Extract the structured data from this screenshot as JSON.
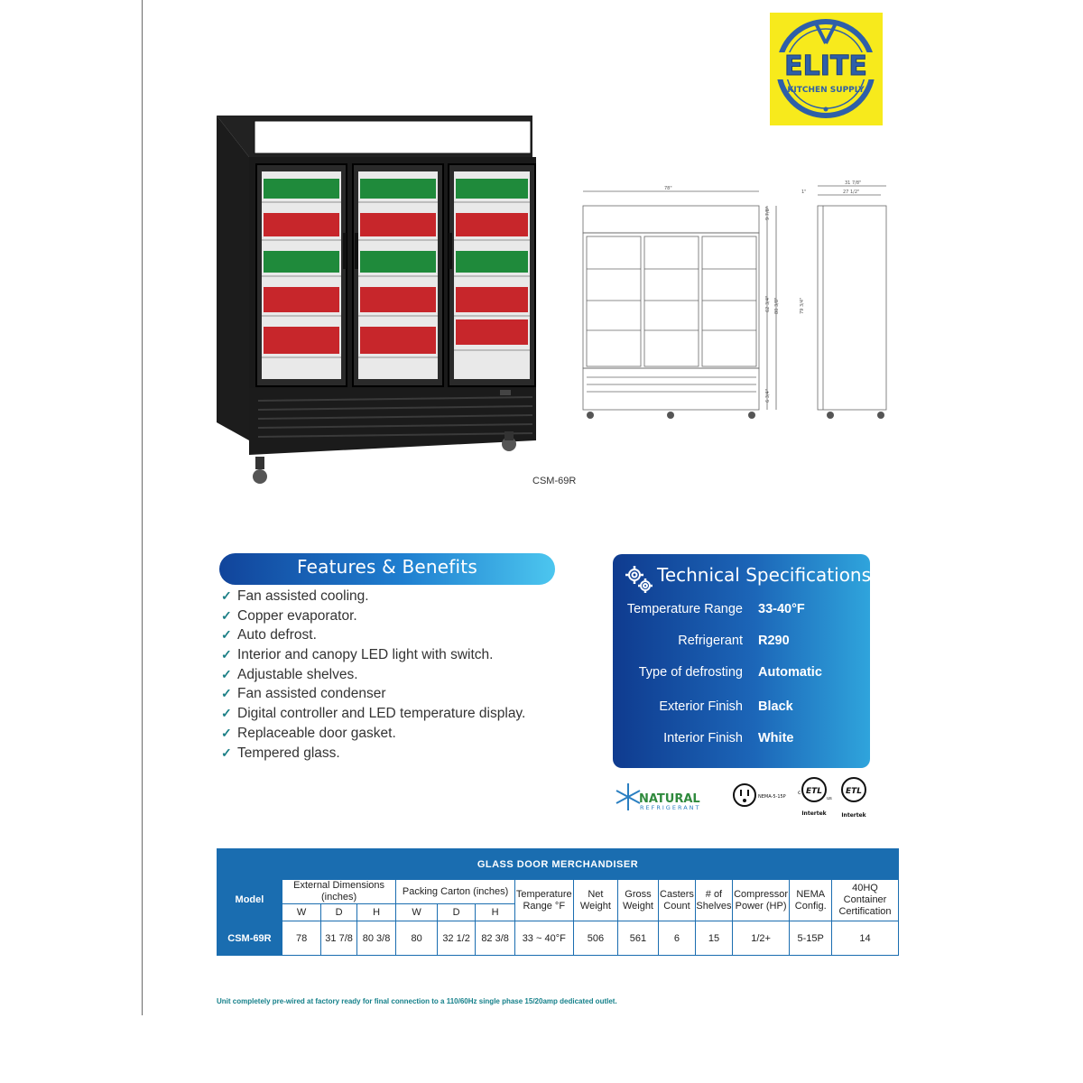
{
  "brand": {
    "name": "ELITE",
    "tagline": "KITCHEN SUPPLY"
  },
  "photo": {
    "model_caption": "CSM-69R"
  },
  "drawing": {
    "width_label": "78\"",
    "depth_total": "31 7/8\"",
    "depth_inner": "27 1/2\"",
    "offset": "1\"",
    "top_h": "9 7/8\"",
    "door_h": "62 3/4\"",
    "body_h": "80 3/8\"",
    "total_h": "79 3/4\"",
    "base_h": "6 3/4\""
  },
  "features": {
    "title": "Features & Benefits",
    "items": [
      "Fan assisted cooling.",
      "Copper evaporator.",
      "Auto defrost.",
      "Interior and canopy LED light with switch.",
      "Adjustable shelves.",
      "Fan assisted condenser",
      "Digital controller and LED temperature display.",
      "Replaceable door gasket.",
      "Tempered glass."
    ]
  },
  "specs": {
    "title": "Technical Specifications",
    "rows": [
      {
        "label": "Temperature Range",
        "value": "33-40°F"
      },
      {
        "label": "Refrigerant",
        "value": "R290"
      },
      {
        "label": "Type of defrosting",
        "value": "Automatic"
      },
      {
        "label": "Exterior Finish",
        "value": "Black"
      },
      {
        "label": "Interior Finish",
        "value": "White"
      }
    ]
  },
  "badges": {
    "natural": "NATURAL",
    "refrigerant": "REFRIGERANT",
    "nema": "NEMA-5-15P",
    "intertek": "Intertek",
    "etl": "ETL",
    "c": "c",
    "us": "us"
  },
  "table": {
    "title": "GLASS DOOR MERCHANDISER",
    "headers": {
      "model": "Model",
      "ext_dims": "External Dimensions (inches)",
      "packing": "Packing Carton (inches)",
      "temp": "Temperature Range °F",
      "net": "Net Weight",
      "gross": "Gross Weight",
      "casters": "Casters Count",
      "shelves": "# of Shelves",
      "compressor": "Compressor Power (HP)",
      "nema": "NEMA Config.",
      "container": "40HQ Container Certification"
    },
    "sub": {
      "w": "W",
      "d": "D",
      "h": "H"
    },
    "row": {
      "model": "CSM-69R",
      "ext_w": "78",
      "ext_d": "31 7/8",
      "ext_h": "80 3/8",
      "pk_w": "80",
      "pk_d": "32 1/2",
      "pk_h": "82 3/8",
      "temp": "33 ~ 40°F",
      "net": "506",
      "gross": "561",
      "casters": "6",
      "shelves": "15",
      "compressor": "1/2+",
      "nema": "5-15P",
      "container": "14"
    }
  },
  "footnote": "Unit completely pre-wired at factory ready for final connection to a 110/60Hz single phase 15/20amp dedicated outlet."
}
